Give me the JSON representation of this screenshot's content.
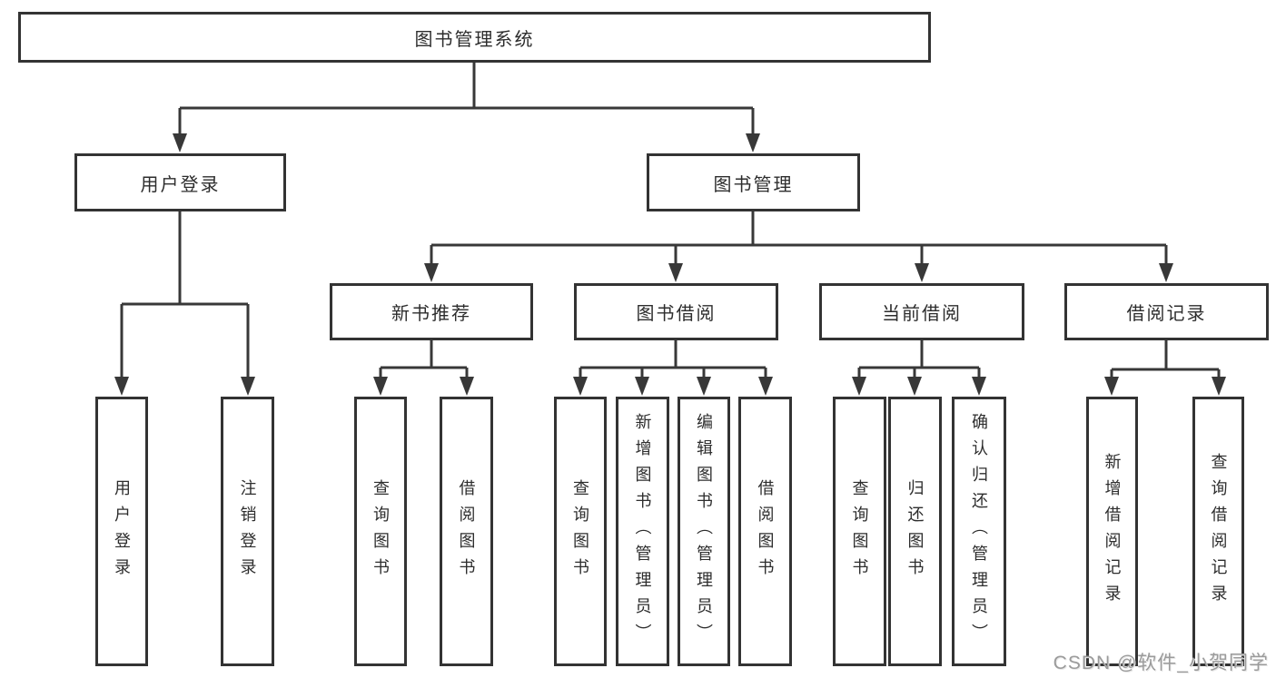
{
  "tree": {
    "label": "图书管理系统",
    "children": [
      {
        "label": "用户登录",
        "children": [
          {
            "label": "用户登录"
          },
          {
            "label": "注销登录"
          }
        ]
      },
      {
        "label": "图书管理",
        "children": [
          {
            "label": "新书推荐",
            "children": [
              {
                "label": "查询图书"
              },
              {
                "label": "借阅图书"
              }
            ]
          },
          {
            "label": "图书借阅",
            "children": [
              {
                "label": "查询图书"
              },
              {
                "label": "新增图书（管理员）"
              },
              {
                "label": "编辑图书（管理员）"
              },
              {
                "label": "借阅图书"
              }
            ]
          },
          {
            "label": "当前借阅",
            "children": [
              {
                "label": "查询图书"
              },
              {
                "label": "归还图书"
              },
              {
                "label": "确认归还（管理员）"
              }
            ]
          },
          {
            "label": "借阅记录",
            "children": [
              {
                "label": "新增借阅记录"
              },
              {
                "label": "查询借阅记录"
              }
            ]
          }
        ]
      }
    ]
  },
  "watermark": {
    "text": "CSDN @软件_小贺同学"
  },
  "colors": {
    "line": "#383838",
    "box_border": "#333333",
    "text": "#2d2d2d",
    "watermark": "#9b9b9b",
    "background": "#ffffff"
  }
}
